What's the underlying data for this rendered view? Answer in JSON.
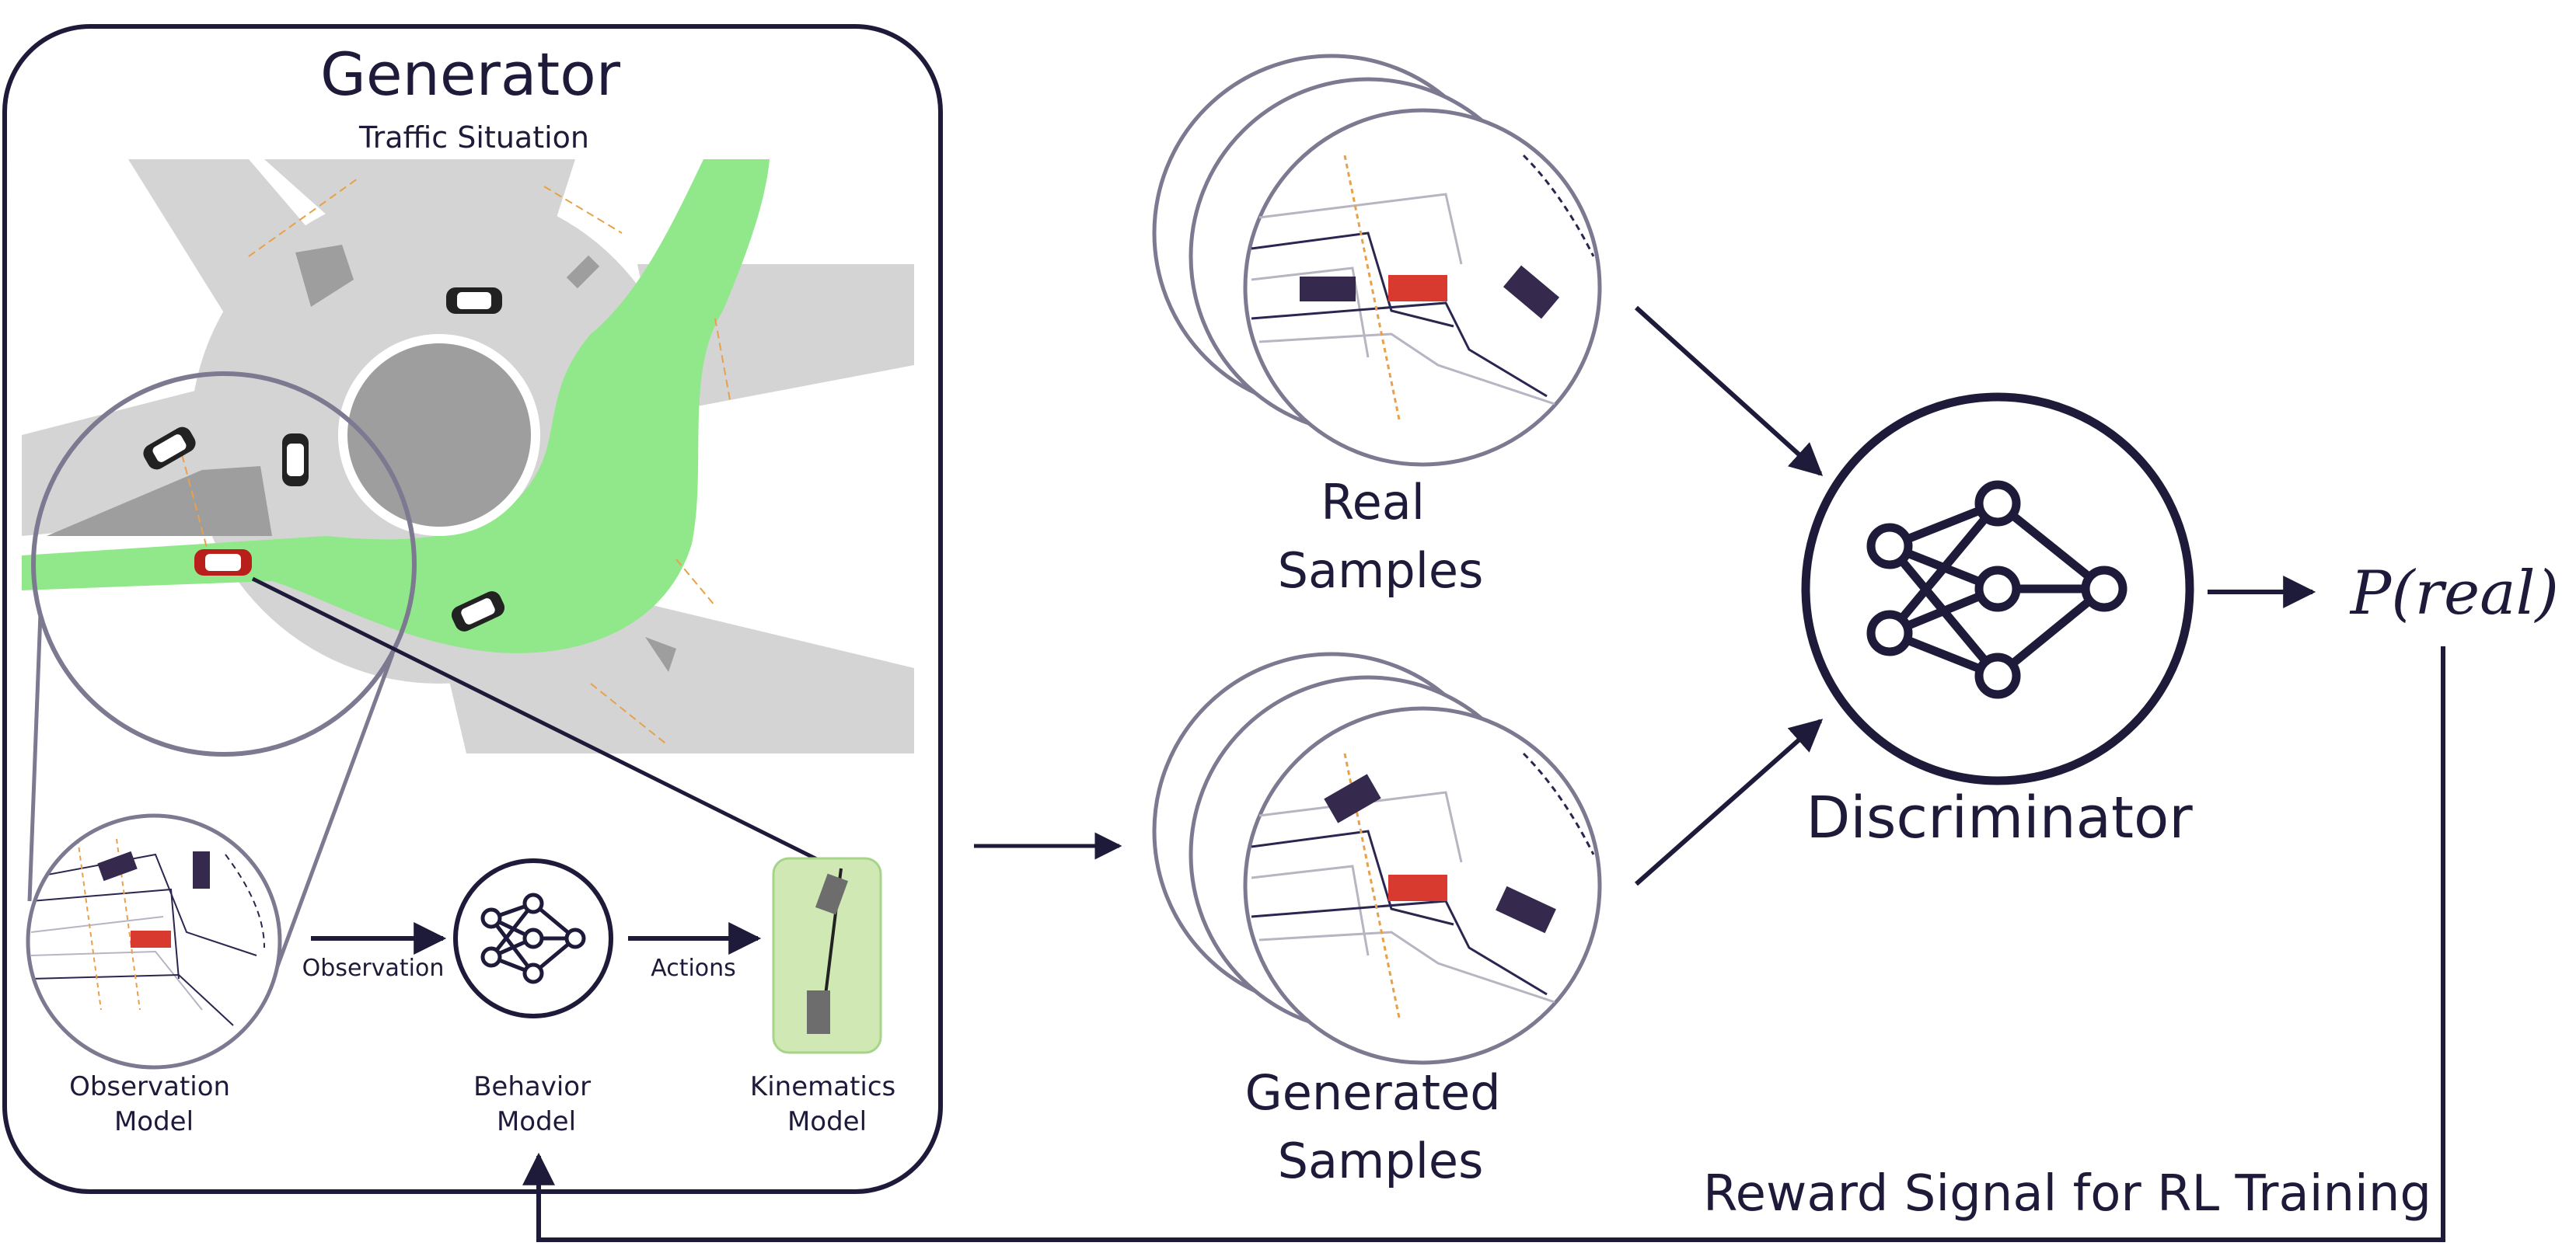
{
  "generator": {
    "title": "Generator",
    "subtitle": "Traffic Situation",
    "observation_model": "Observation\nModel",
    "behavior_model": "Behavior\nModel",
    "kinematics_model": "Kinematics\nModel",
    "observation_arrow": "Observation",
    "actions_arrow": "Actions"
  },
  "samples": {
    "real_label": "Real\nSamples",
    "generated_label": "Generated\nSamples"
  },
  "discriminator": {
    "label": "Discriminator",
    "output": "P(real)"
  },
  "feedback": {
    "label": "Reward Signal for RL Training"
  },
  "colors": {
    "dark": "#1e1b3a",
    "road": "#d4d4d4",
    "island": "#9e9e9e",
    "route": "#90e88a",
    "ego": "#d83a2f",
    "other_vehicle": "#35294d",
    "circle_stroke": "#7c7990",
    "kinematics_box": "#cfe8b4"
  }
}
